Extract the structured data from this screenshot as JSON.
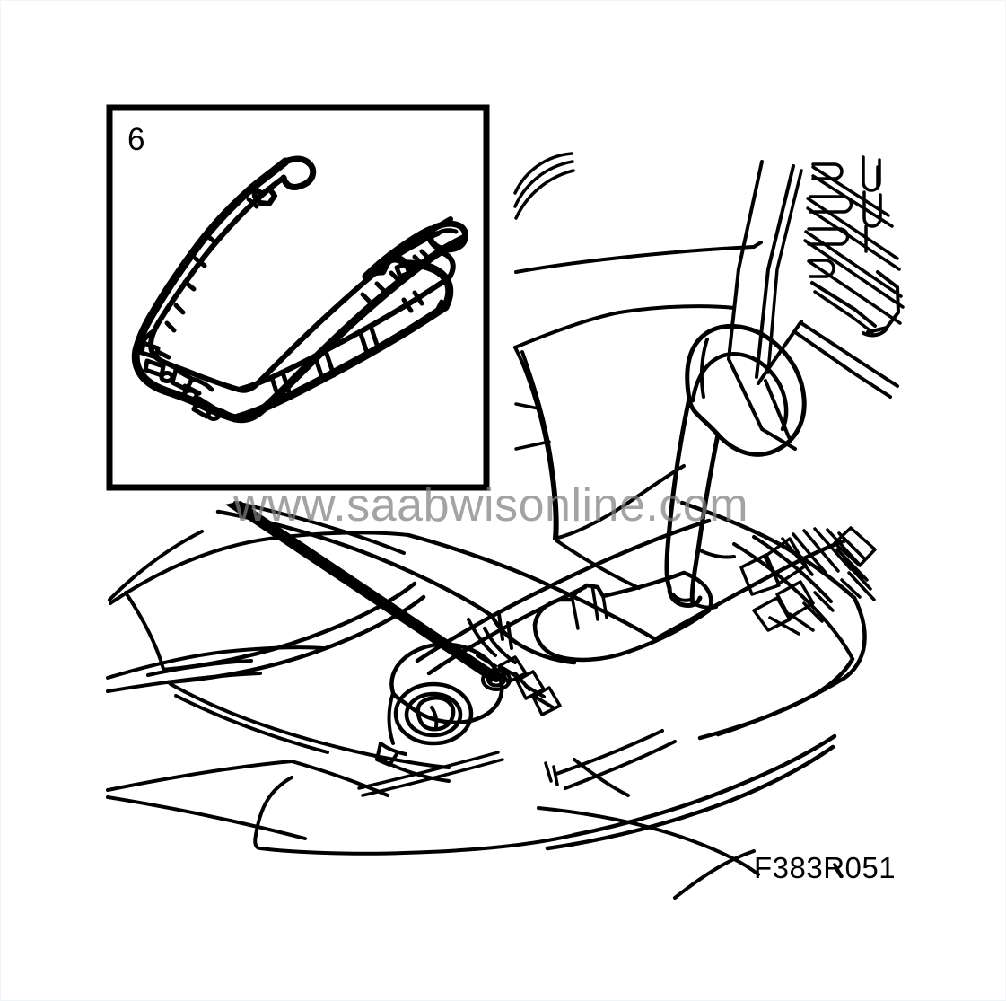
{
  "figure": {
    "kind": "technical-line-drawing",
    "subject": "Saab automatic transmission centre console with gear selector",
    "reference_code": "F383R051",
    "watermark_text": "www.saabwisonline.com",
    "background_color": "#ffffff",
    "line_color": "#000000",
    "watermark_color": "#808080"
  },
  "inset": {
    "step_number": "6",
    "part_description": "Gear selector surround trim frame",
    "border_color": "#000000"
  },
  "callout": {
    "leader_target": "console retaining screw",
    "style": "tapered-wedge"
  },
  "components": [
    {
      "name": "gear-selector-lever",
      "label": ""
    },
    {
      "name": "centre-console",
      "label": ""
    },
    {
      "name": "console-storage-tray",
      "label": ""
    },
    {
      "name": "cigarette-lighter-socket",
      "label": ""
    },
    {
      "name": "dashboard-air-vent",
      "label": ""
    },
    {
      "name": "seat-cushion",
      "label": ""
    },
    {
      "name": "handbrake-lever-boot",
      "label": ""
    },
    {
      "name": "retaining-screw",
      "label": ""
    }
  ]
}
